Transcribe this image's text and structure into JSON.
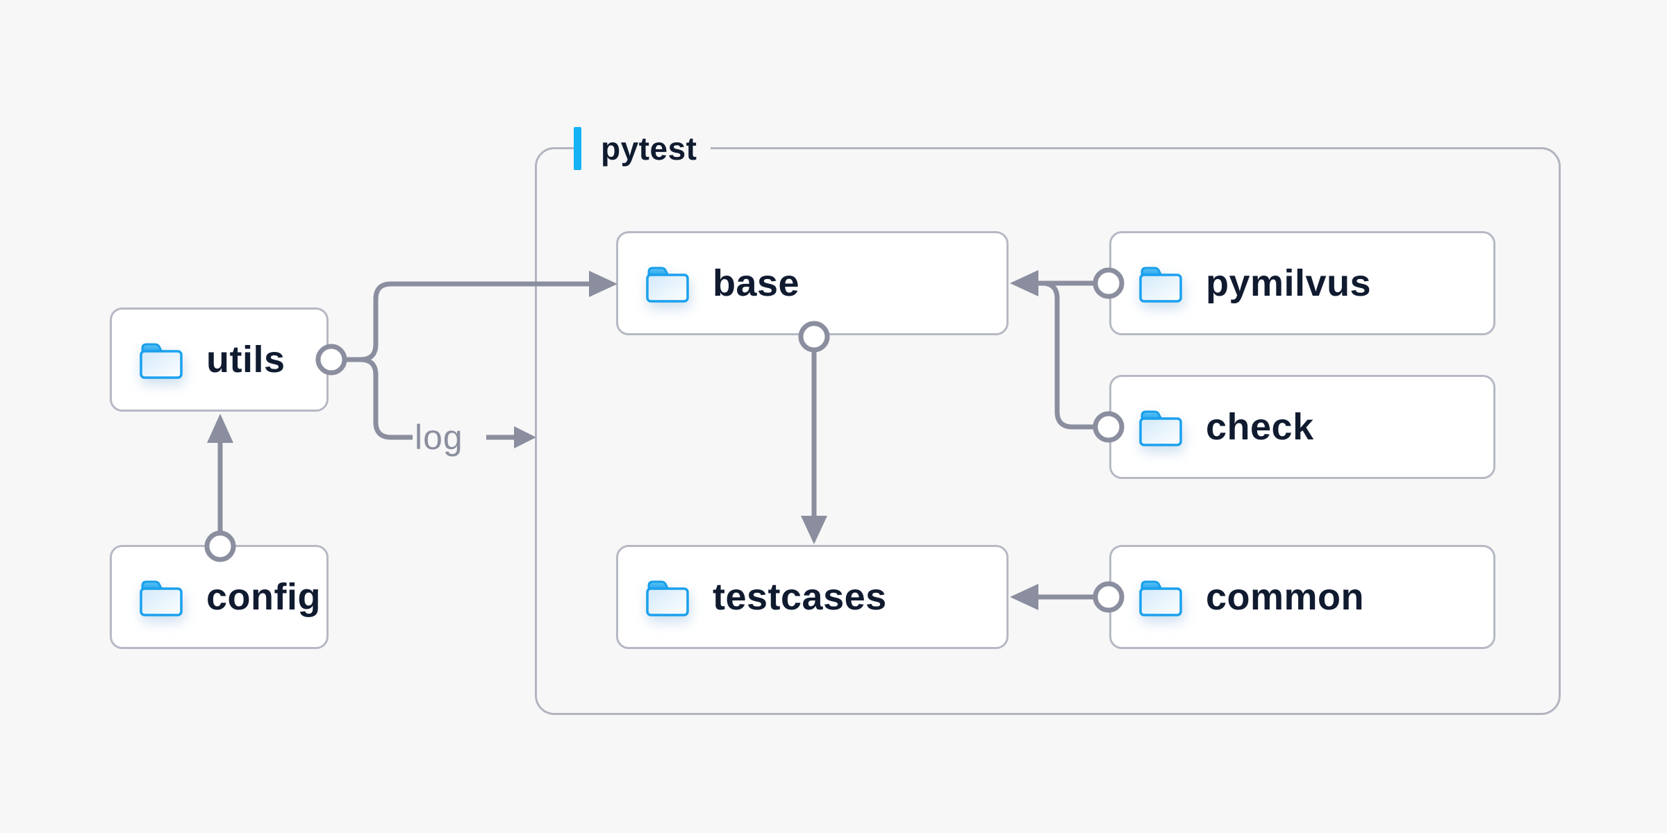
{
  "diagram": {
    "container": {
      "label": "pytest"
    },
    "nodes": [
      {
        "id": "utils",
        "label": "utils",
        "icon": "folder-icon"
      },
      {
        "id": "config",
        "label": "config",
        "icon": "folder-icon"
      },
      {
        "id": "base",
        "label": "base",
        "icon": "folder-icon"
      },
      {
        "id": "testcases",
        "label": "testcases",
        "icon": "folder-icon"
      },
      {
        "id": "pymilvus",
        "label": "pymilvus",
        "icon": "folder-icon"
      },
      {
        "id": "check",
        "label": "check",
        "icon": "folder-icon"
      },
      {
        "id": "common",
        "label": "common",
        "icon": "folder-icon"
      }
    ],
    "edges": [
      {
        "from": "utils",
        "to": "base",
        "label": ""
      },
      {
        "from": "utils",
        "to": "pytest-group",
        "label": "log"
      },
      {
        "from": "config",
        "to": "utils",
        "label": ""
      },
      {
        "from": "base",
        "to": "testcases",
        "label": ""
      },
      {
        "from": "pymilvus",
        "to": "base",
        "label": ""
      },
      {
        "from": "check",
        "to": "base",
        "label": ""
      },
      {
        "from": "common",
        "to": "testcases",
        "label": ""
      }
    ],
    "colors": {
      "background": "#f7f7f8",
      "node_fill": "#ffffff",
      "node_border": "#b6b9c4",
      "group_border": "#b2b5c0",
      "connector": "#8b8e9e",
      "text": "#101b30",
      "accent": "#14b1f4",
      "folder_blue": "#1aa0ee"
    }
  }
}
